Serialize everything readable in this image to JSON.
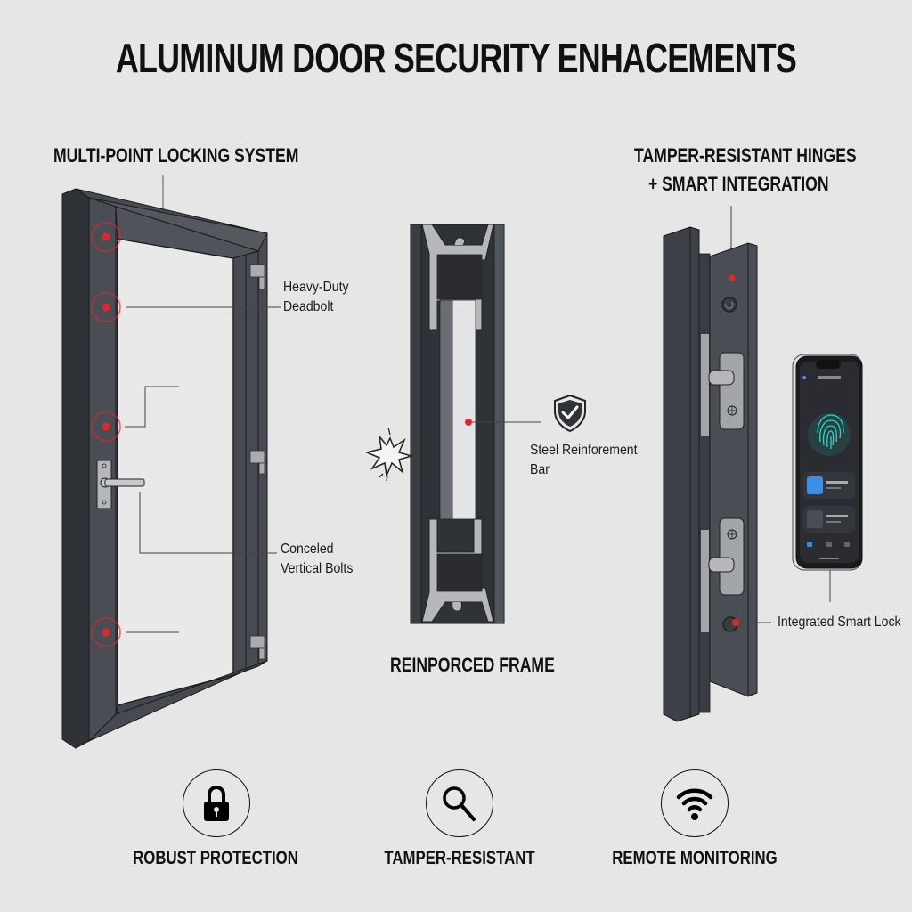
{
  "header": {
    "title": "ALUMINUM DOOR SECURITY ENHACEMENTS"
  },
  "door_panel": {
    "section_title": "MULTI-POINT LOCKING SYSTEM",
    "callouts": [
      {
        "id": "deadbolt",
        "lines": [
          "Heavy-Duty",
          "Deadbolt"
        ]
      },
      {
        "id": "vertical-bolts",
        "lines": [
          "Conceled",
          "Vertical Bolts"
        ]
      }
    ],
    "lock_points": 4
  },
  "frame_panel": {
    "section_title": "REINPORCED FRAME",
    "callouts": [
      {
        "id": "steel-bar",
        "lines": [
          "Steel Reinforement",
          "Bar"
        ],
        "icon": "shield-check-icon"
      }
    ],
    "impact_icon": "impact-burst-icon"
  },
  "hinge_panel": {
    "section_title_lines": [
      "TAMPER-RESISTANT HINGES",
      "+ SMART INTEGRATION"
    ],
    "callouts": [
      {
        "id": "smart-lock",
        "lines": [
          "Integrated Smart Lock"
        ]
      }
    ],
    "phone": {
      "icon": "fingerprint-icon",
      "accent": "#2ad4c8"
    }
  },
  "features": [
    {
      "label": "ROBUST PROTECTION",
      "icon": "padlock-icon"
    },
    {
      "label": "TAMPER-RESISTANT",
      "icon": "magnifier-icon"
    },
    {
      "label": "REMOTE MONITORING",
      "icon": "wifi-icon"
    }
  ],
  "colors": {
    "background": "#e6e6e6",
    "frame_dark": "#3d4046",
    "frame_mid": "#50545b",
    "aluminum": "#b5b7ba",
    "lock_point": "#e3262b",
    "glass": "#e9e9ea",
    "text": "#111111"
  }
}
